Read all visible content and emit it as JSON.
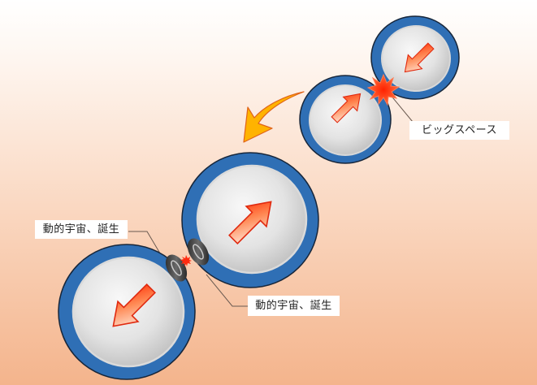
{
  "diagram": {
    "background": {
      "top_color": "#ffffff",
      "bottom_color": "#f4b48c"
    },
    "colors": {
      "ring_blue": "#2f6fb5",
      "ring_outline": "#1a2a40",
      "sphere_light": "#f6f6f6",
      "sphere_dark": "#b9b9b9",
      "arrow_red": "#ff3a0a",
      "arrow_light": "#fff4ec",
      "curved_arrow_fill": "#ffb300",
      "curved_arrow_stroke": "#e0641a",
      "burst_red": "#ff3b10"
    },
    "nodes": [
      {
        "id": "universe-a",
        "arrow_direction": "down-left",
        "icon": "universe-bubble-icon"
      },
      {
        "id": "universe-b",
        "arrow_direction": "up-right",
        "icon": "universe-bubble-icon"
      },
      {
        "id": "universe-c",
        "arrow_direction": "up-right",
        "icon": "universe-bubble-icon"
      },
      {
        "id": "universe-d",
        "arrow_direction": "down-left",
        "icon": "universe-bubble-icon"
      }
    ],
    "labels": {
      "big_space": "ビッグスペース",
      "dynamic_universe_birth_left": "動的宇宙、誕生",
      "dynamic_universe_birth_right": "動的宇宙、誕生"
    },
    "icons": {
      "collision": "explosion-burst-icon",
      "transition": "curved-arrow-icon",
      "wormhole": "wormhole-icon"
    }
  }
}
